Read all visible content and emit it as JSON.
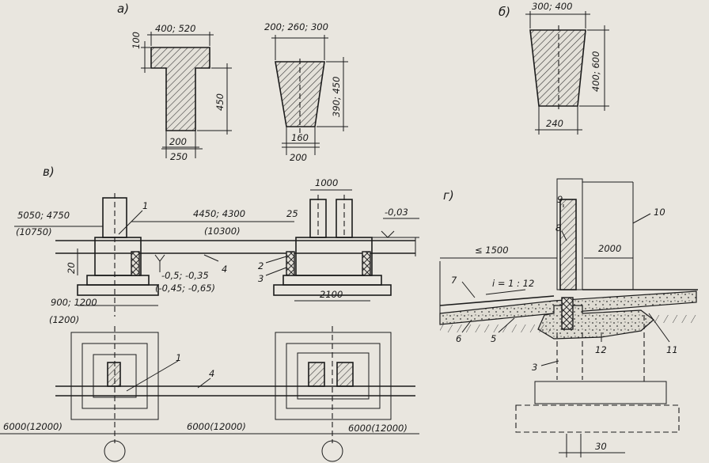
{
  "panels": {
    "a": "а)",
    "b": "б)",
    "v": "в)",
    "g": "г)"
  },
  "dims": {
    "a_t_top": "400; 520",
    "a_t_flange": "100",
    "a_t_height": "450",
    "a_t_web": "200",
    "a_t_base": "250",
    "a_trap_top": "200; 260; 300",
    "a_trap_height": "390; 450",
    "a_trap_bottom": "160",
    "a_trap_base": "200",
    "b_top": "300; 400",
    "b_height": "400; 600",
    "b_bottom": "240",
    "v_span1": "5050; 4750",
    "v_span1b": "(10750)",
    "v_span2": "4450; 4300",
    "v_span2b": "(10300)",
    "v_cols": "1000",
    "v_25": "25",
    "v_mark": "-0,03",
    "v_20": "20",
    "v_lev1": "-0,5; -0,35",
    "v_lev2": "(-0,45; -0,65)",
    "v_w1": "900; 1200",
    "v_w1b": "(1200)",
    "v_w2": "2100",
    "v_grid1": "6000(12000)",
    "v_grid2": "6000(12000)",
    "v_grid3": "6000(12000)",
    "g_1500": "≤ 1500",
    "g_2000": "2000",
    "g_slope": "i = 1 : 12",
    "g_30": "30"
  },
  "callouts": {
    "c1": "1",
    "c1b": "1",
    "c2": "2",
    "c3": "3",
    "c4": "4",
    "c4b": "4",
    "c3b": "3",
    "c5": "5",
    "c6": "6",
    "c7": "7",
    "c8": "8",
    "c9": "9",
    "c10": "10",
    "c11": "11",
    "c12": "12"
  }
}
